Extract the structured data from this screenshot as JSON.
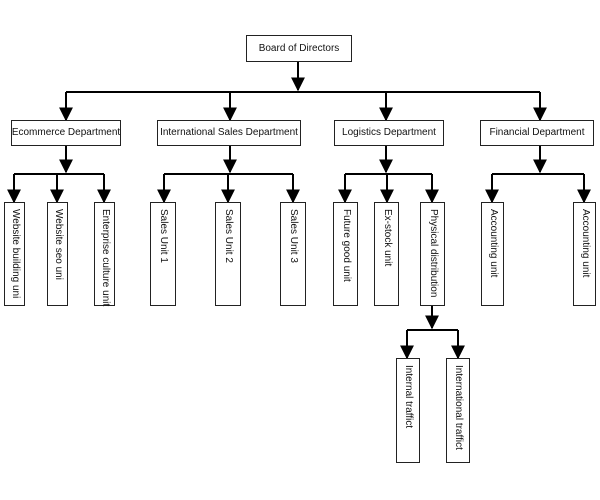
{
  "root": "Board of Directors",
  "departments": [
    {
      "name": "Ecommerce Department",
      "units": [
        "Website building uni",
        "Website seo uni",
        "Enterprise culture unit"
      ]
    },
    {
      "name": "International Sales Department",
      "units": [
        "Sales Unit 1",
        "Sales Unit 2",
        "Sales Unit 3"
      ]
    },
    {
      "name": "Logistics Department",
      "units": [
        "Future good unit",
        "Ex-stock unit",
        "Physical distribution"
      ],
      "sub_units": [
        "Internal traffict",
        "International traffict"
      ]
    },
    {
      "name": "Financial Department",
      "units": [
        "Accounting unit",
        "Accounting unit"
      ]
    }
  ],
  "colors": {
    "line": "#000000",
    "border": "#222222"
  }
}
